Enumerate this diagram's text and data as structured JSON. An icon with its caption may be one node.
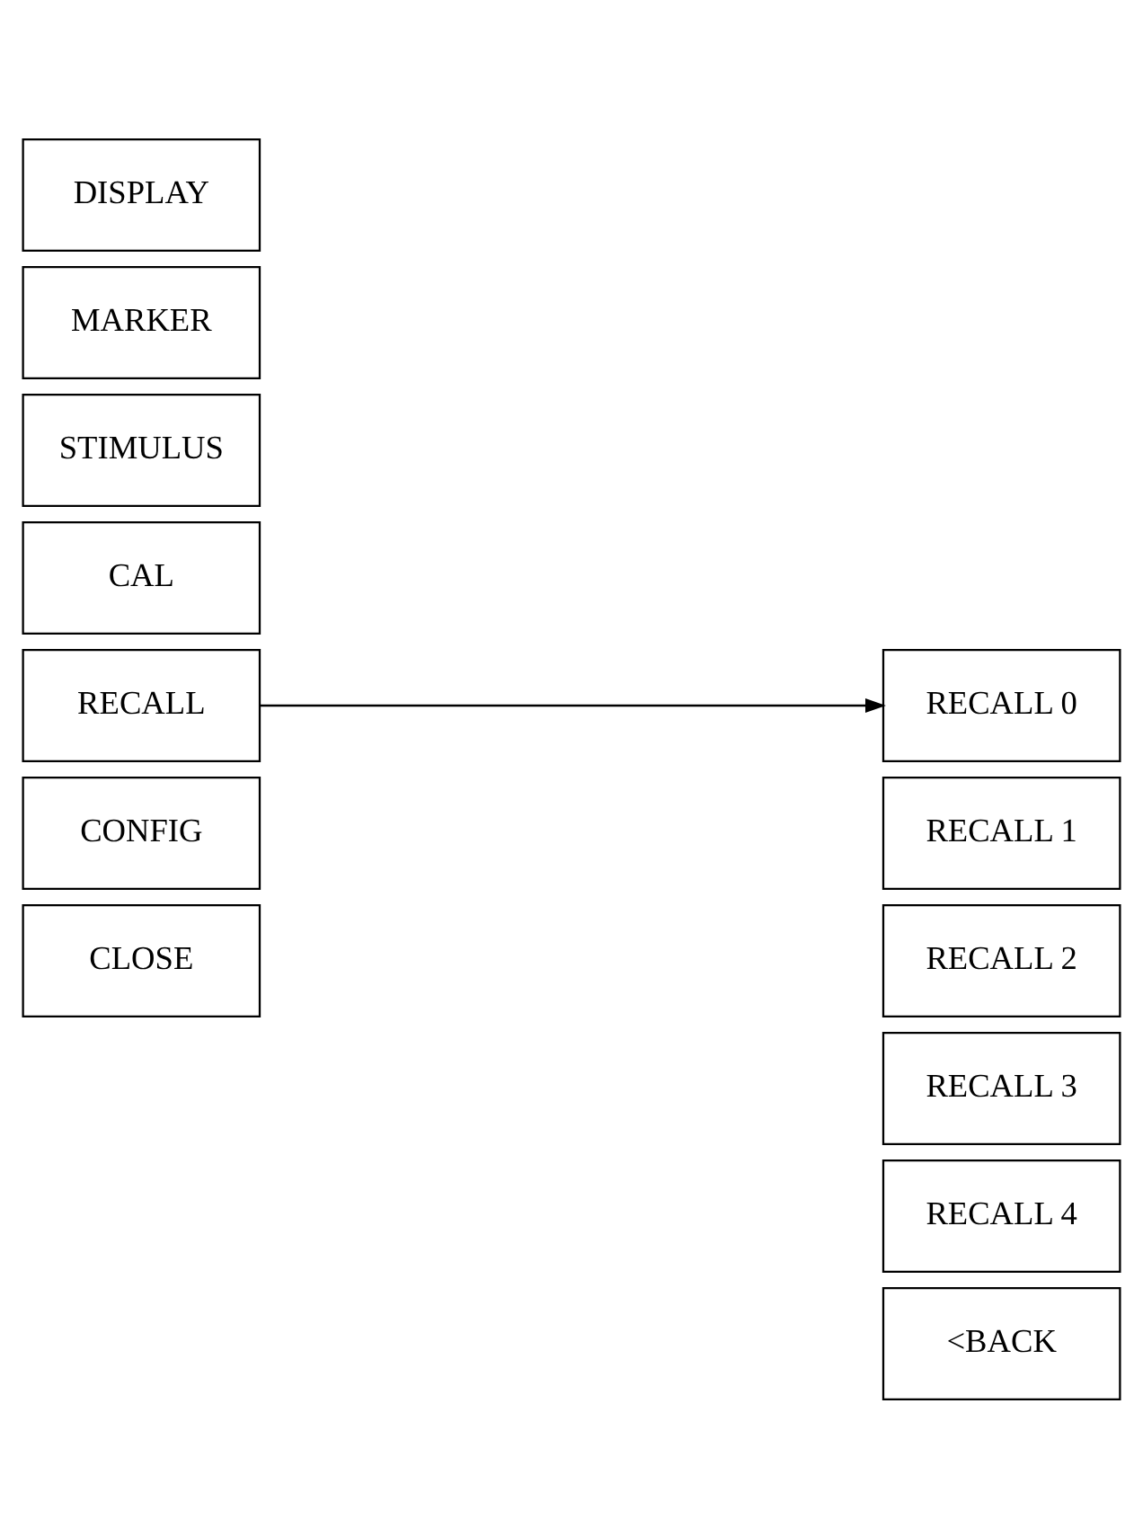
{
  "diagram": {
    "nodes": [
      {
        "text": [
          "DISPLAY"
        ]
      },
      {
        "text": [
          "MARKER"
        ]
      },
      {
        "text": [
          "STIMULUS"
        ]
      },
      {
        "text": [
          "CAL"
        ]
      },
      {
        "text": [
          "RECALL"
        ]
      },
      {
        "text": [
          "CONFIG"
        ]
      },
      {
        "text": [
          "CLOSE"
        ]
      },
      {
        "text": [
          "RECALL 0"
        ]
      },
      {
        "text": [
          "RECALL 1"
        ]
      },
      {
        "text": [
          "RECALL 2"
        ]
      },
      {
        "text": [
          "RECALL 3"
        ]
      },
      {
        "text": [
          "RECALL 4"
        ]
      },
      {
        "text": [
          "<BACK"
        ]
      }
    ],
    "edges": [
      {
        "from": 4,
        "to": 7,
        "arrow": "to"
      }
    ]
  }
}
